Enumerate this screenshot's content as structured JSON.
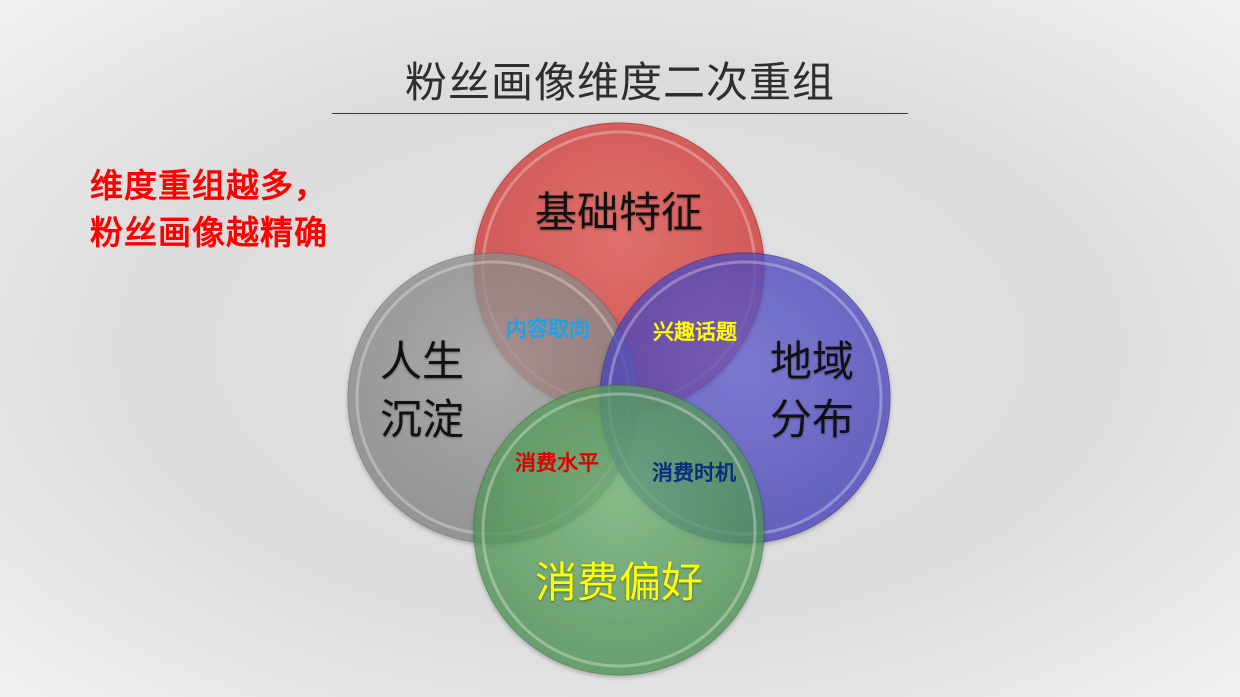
{
  "slide": {
    "title": "粉丝画像维度二次重组",
    "callout": {
      "line1": "维度重组越多，",
      "line2": "粉丝画像越精确",
      "color": "#ff0000"
    }
  },
  "venn": {
    "circles": [
      {
        "id": "top",
        "label": "基础特征",
        "color": "#d9534f",
        "text_color": "#111111"
      },
      {
        "id": "left",
        "label_line1": "人生",
        "label_line2": "沉淀",
        "color": "#8f8f8f",
        "text_color": "#111111"
      },
      {
        "id": "right",
        "label_line1": "地域",
        "label_line2": "分布",
        "color": "#4c47c4",
        "text_color": "#111111"
      },
      {
        "id": "bottom",
        "label": "消费偏好",
        "color": "#4f9a5a",
        "text_color": "#ffff00"
      }
    ],
    "intersections": {
      "top_left": {
        "label": "内容取向",
        "color": "#1aa3e8"
      },
      "top_right": {
        "label": "兴趣话题",
        "color": "#ffff00"
      },
      "left_bottom": {
        "label": "消费水平",
        "color": "#e00000"
      },
      "right_bottom": {
        "label": "消费时机",
        "color": "#0a2f7a"
      }
    }
  }
}
